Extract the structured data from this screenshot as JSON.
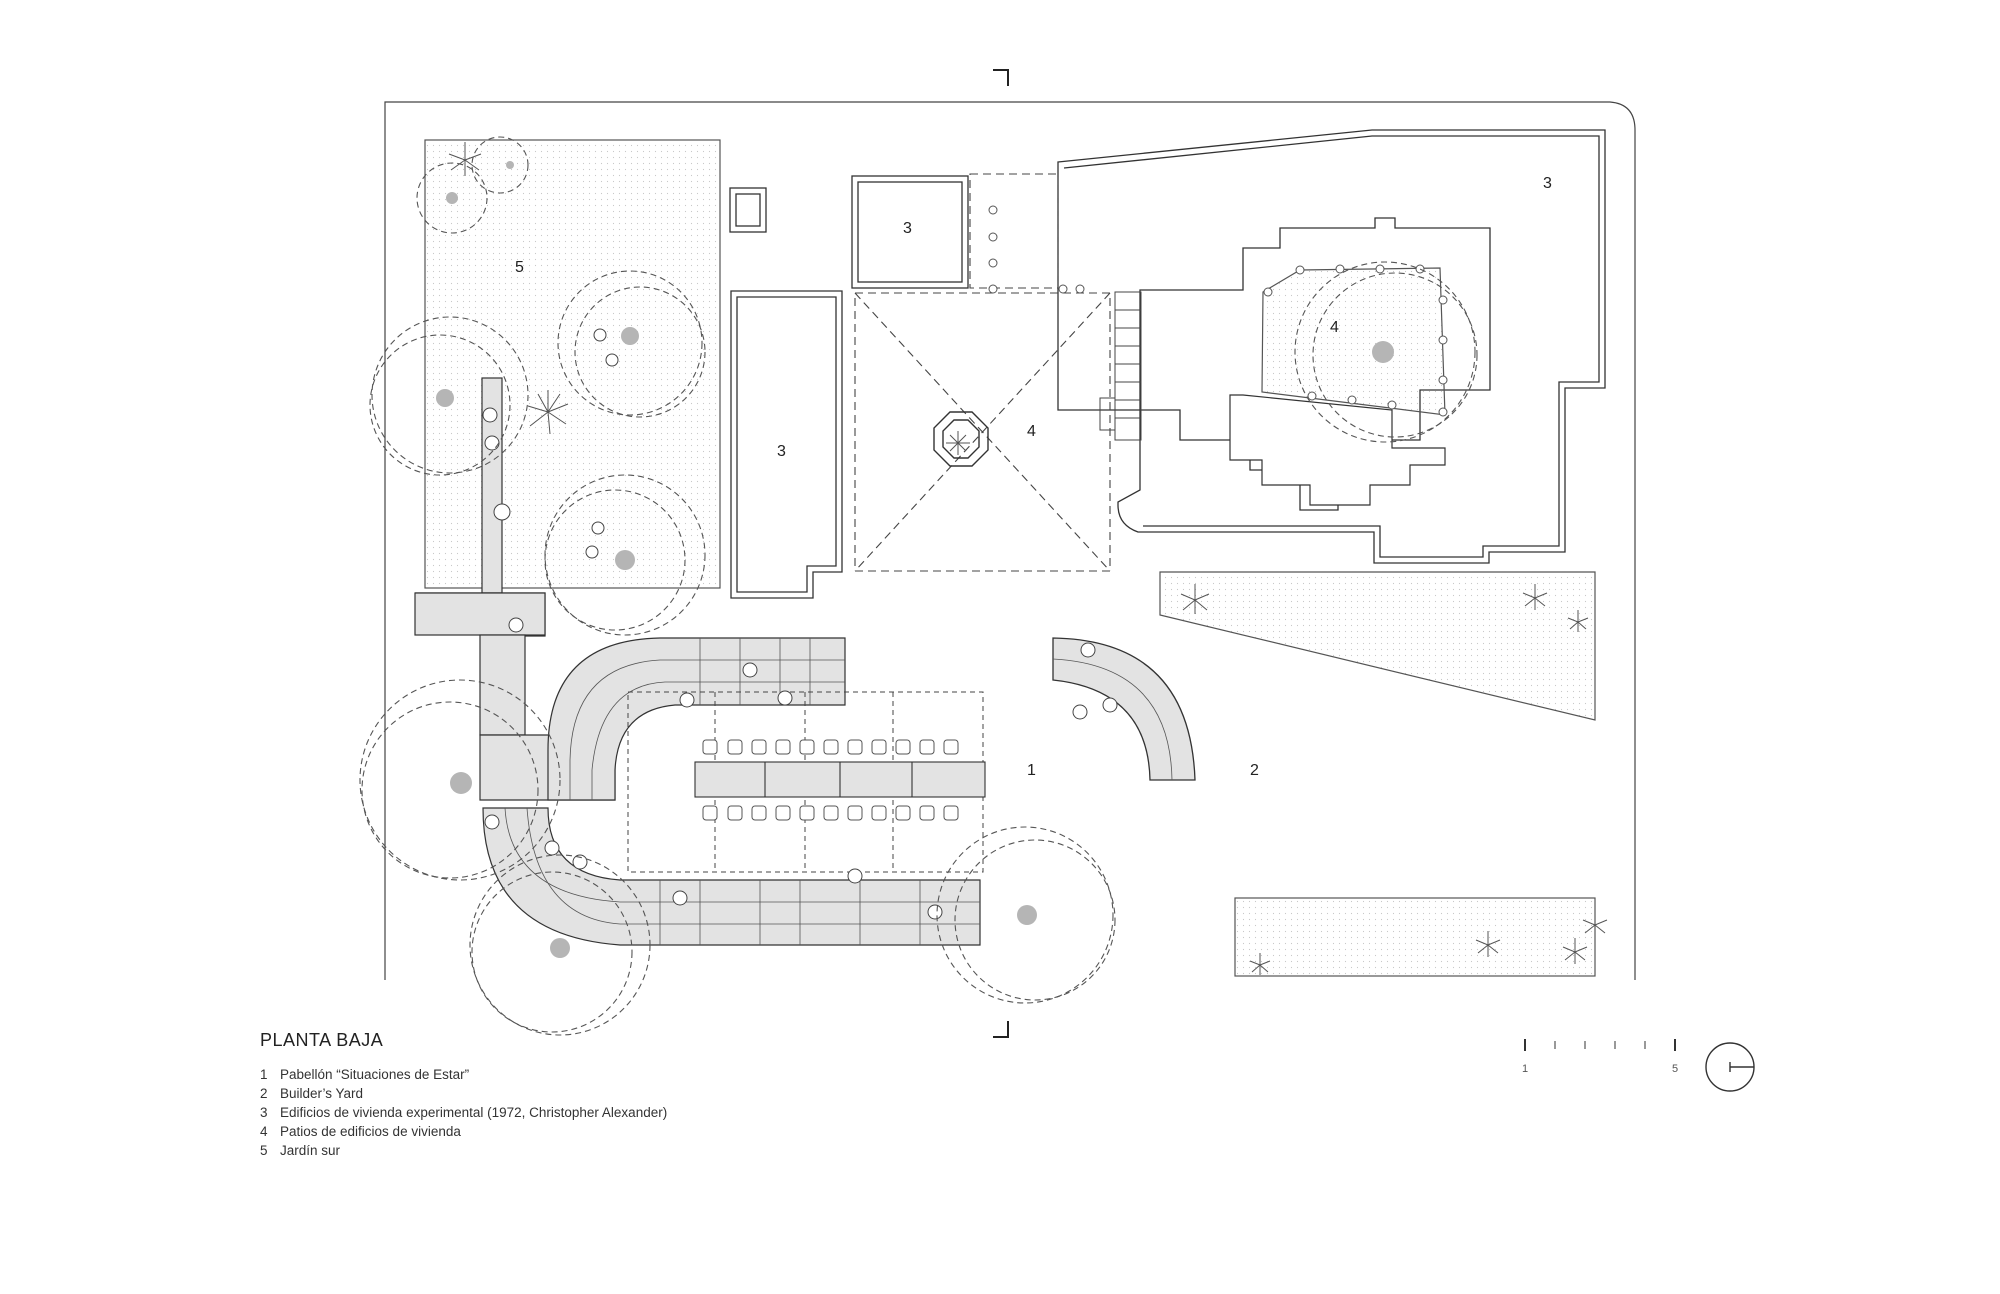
{
  "plan": {
    "title": "PLANTA BAJA",
    "zone_labels": [
      {
        "num": "1",
        "ref": "pavilion"
      },
      {
        "num": "2",
        "ref": "builders-yard"
      },
      {
        "num": "3",
        "ref": "housing-north"
      },
      {
        "num": "3",
        "ref": "housing-west"
      },
      {
        "num": "3",
        "ref": "housing-east"
      },
      {
        "num": "4",
        "ref": "patio-central"
      },
      {
        "num": "4",
        "ref": "patio-east"
      },
      {
        "num": "5",
        "ref": "south-garden"
      }
    ],
    "legend": [
      {
        "num": "1",
        "text": "Pabellón “Situaciones de Estar”"
      },
      {
        "num": "2",
        "text": "Builder’s Yard"
      },
      {
        "num": "3",
        "text": "Edificios de vivienda experimental (1972, Christopher Alexander)"
      },
      {
        "num": "4",
        "text": "Patios de  edificios de vivienda"
      },
      {
        "num": "5",
        "text": "Jardín sur"
      }
    ],
    "scale_bar": {
      "start_label": "1",
      "end_label": "5",
      "divisions": 5
    },
    "north_arrow": "north-arrow-icon"
  }
}
